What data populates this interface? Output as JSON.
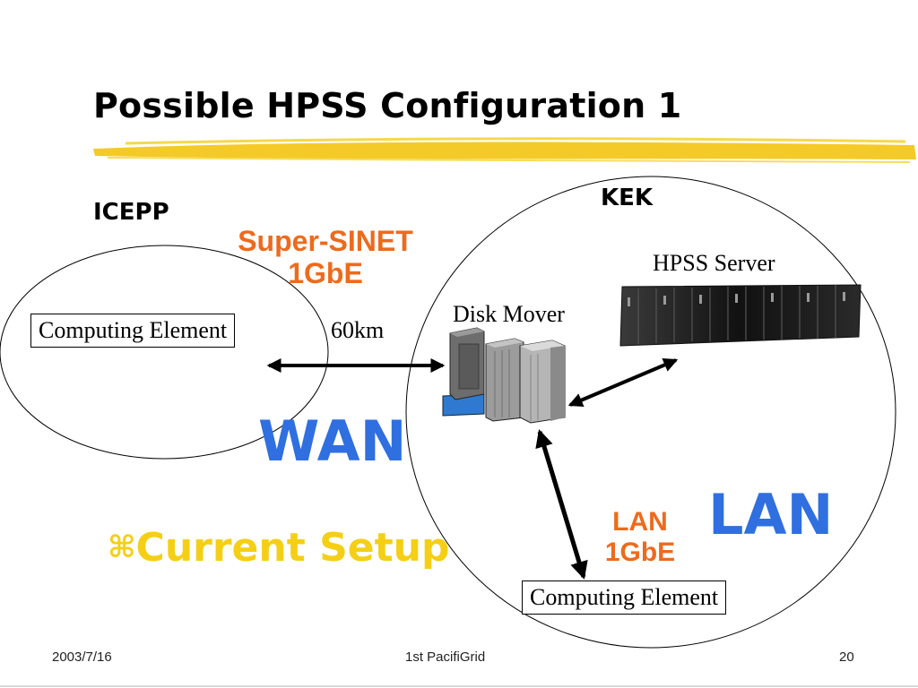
{
  "slide": {
    "title": "Possible HPSS Configuration 1",
    "site_kek": "KEK",
    "site_icepp": "ICEPP",
    "wan_link": {
      "line1": "Super-SINET",
      "line2": "1GbE",
      "distance": "60km"
    },
    "wan_label": "WAN",
    "lan_label": "LAN",
    "lan_link": {
      "line1": "LAN",
      "line2": "1GbE"
    },
    "hpss_server_label": "HPSS Server",
    "disk_mover_label": "Disk Mover",
    "computing_element_icepp": "Computing Element",
    "computing_element_kek": "Computing Element",
    "bullet_symbol": "⌘",
    "bullet_text": "Current Setup"
  },
  "footer": {
    "date": "2003/7/16",
    "event": "1st PacifiGrid",
    "page": "20"
  },
  "colors": {
    "orange": "#ee6a1c",
    "blue": "#2f6fe0",
    "yellow": "#f5cf16",
    "highlight": "#f3c71c"
  }
}
